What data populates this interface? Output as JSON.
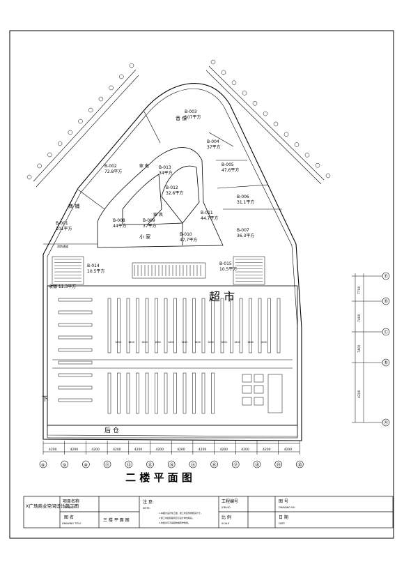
{
  "drawing": {
    "title": "二 楼 平 面 图",
    "supermarket_label": "超 市",
    "warehouse_label": "后 仓",
    "ramp_label": "下"
  },
  "units": [
    {
      "code": "B-001",
      "area": "101平方"
    },
    {
      "code": "B-002",
      "area": "72.8平方"
    },
    {
      "code": "B-003",
      "area": "107平方"
    },
    {
      "code": "B-004",
      "area": "37平方"
    },
    {
      "code": "B-005",
      "area": "47.6平方"
    },
    {
      "code": "B-006",
      "area": "31.1平方"
    },
    {
      "code": "B-007",
      "area": "36.3平方"
    },
    {
      "code": "B-008",
      "area": "44平方"
    },
    {
      "code": "B-009",
      "area": "37平方"
    },
    {
      "code": "B-010",
      "area": "47.7平方"
    },
    {
      "code": "B-011",
      "area": "44.7平方"
    },
    {
      "code": "B-012",
      "area": "32.6平方"
    },
    {
      "code": "B-013",
      "area": "34平方"
    },
    {
      "code": "B-014",
      "area": "10.5平方"
    },
    {
      "code": "B-015",
      "area": "10.5平方"
    }
  ],
  "misc_labels": {
    "cashier": "收银 11.3平方",
    "corridor_a": "商 铺",
    "corridor_b": "音 像",
    "corridor_c": "家 电",
    "corridor_d": "小 家",
    "corridor_e": "家 具",
    "fire_pass": "消防通道"
  },
  "column_axes": [
    "⑧",
    "⑨",
    "⑩",
    "⑪",
    "⑫",
    "⑬",
    "⑭",
    "⑮",
    "⑯",
    "⑰",
    "⑱",
    "⑲",
    "⑳"
  ],
  "column_dims": [
    "4200",
    "4200",
    "4200",
    "4200",
    "4200",
    "4200",
    "4200",
    "4200",
    "4200",
    "4200",
    "4200",
    "4200"
  ],
  "row_axes": [
    "Ⓔ",
    "Ⓓ",
    "Ⓒ",
    "Ⓑ",
    "Ⓐ"
  ],
  "row_dims": [
    "7700",
    "7400",
    "7400",
    "4200"
  ],
  "shelf_dims": [
    "1600",
    "1600",
    "1600",
    "1600",
    "1600",
    "1600",
    "1600",
    "1600",
    "1600",
    "1600",
    "1600",
    "1600"
  ],
  "title_block": {
    "company": "X广场商业空间设计施工图",
    "project_name_label": "项目名称",
    "project_name_en": "PROJECT",
    "drawing_name_label": "图 名",
    "drawing_name_en": "DRAWING TITLE",
    "drawing_name_value": "三 楼 平 面 图",
    "notes_label": "注 意:",
    "notes_en": "NOTE:",
    "notes_text_1": "1.本图为设计施工图，施工时应现场核实尺寸。",
    "notes_text_2": "2.施工中如有疑问应与设计单位联系。",
    "notes_text_3": "3.未经许可不得复制或转作他用。",
    "project_no_label": "工程编号",
    "project_no_en": "JOB NO.",
    "scale_label": "比 例",
    "scale_en": "SCALE",
    "sheet_no_label": "图 号",
    "sheet_no_en": "DRAWING NO.",
    "date_label": "日 期",
    "date_en": "DATE"
  }
}
